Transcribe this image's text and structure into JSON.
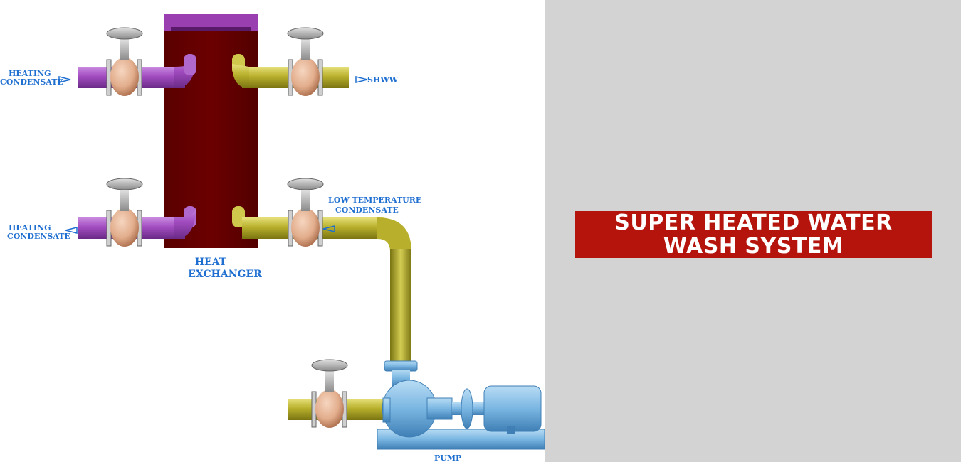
{
  "diagram": {
    "labels": {
      "heating_condensate_top_1": "HEATING",
      "heating_condensate_top_2": "CONDENSATE",
      "shww": "SHWW",
      "heating_condensate_bottom_1": "HEATING",
      "heating_condensate_bottom_2": "CONDENSATE",
      "low_temp_1": "LOW TEMPERATURE",
      "low_temp_2": "CONDENSATE",
      "heat_exchanger_1": "HEAT",
      "heat_exchanger_2": "EXCHANGER",
      "pump": "PUMP"
    },
    "colors": {
      "heating_pipe": "#a24cc0",
      "hot_water_pipe": "#b8b02c",
      "heat_exchanger": "#6b0000",
      "heat_exchanger_top": "#9a3fb0",
      "valve_body": "#e2ad8c",
      "pump": "#7ab6e2",
      "label": "#1f6fd1"
    }
  },
  "banner": {
    "line1": "SUPER HEATED WATER",
    "line2": "WASH SYSTEM",
    "color": "#b5140c"
  },
  "side_panel": {
    "color": "#d3d3d3"
  }
}
